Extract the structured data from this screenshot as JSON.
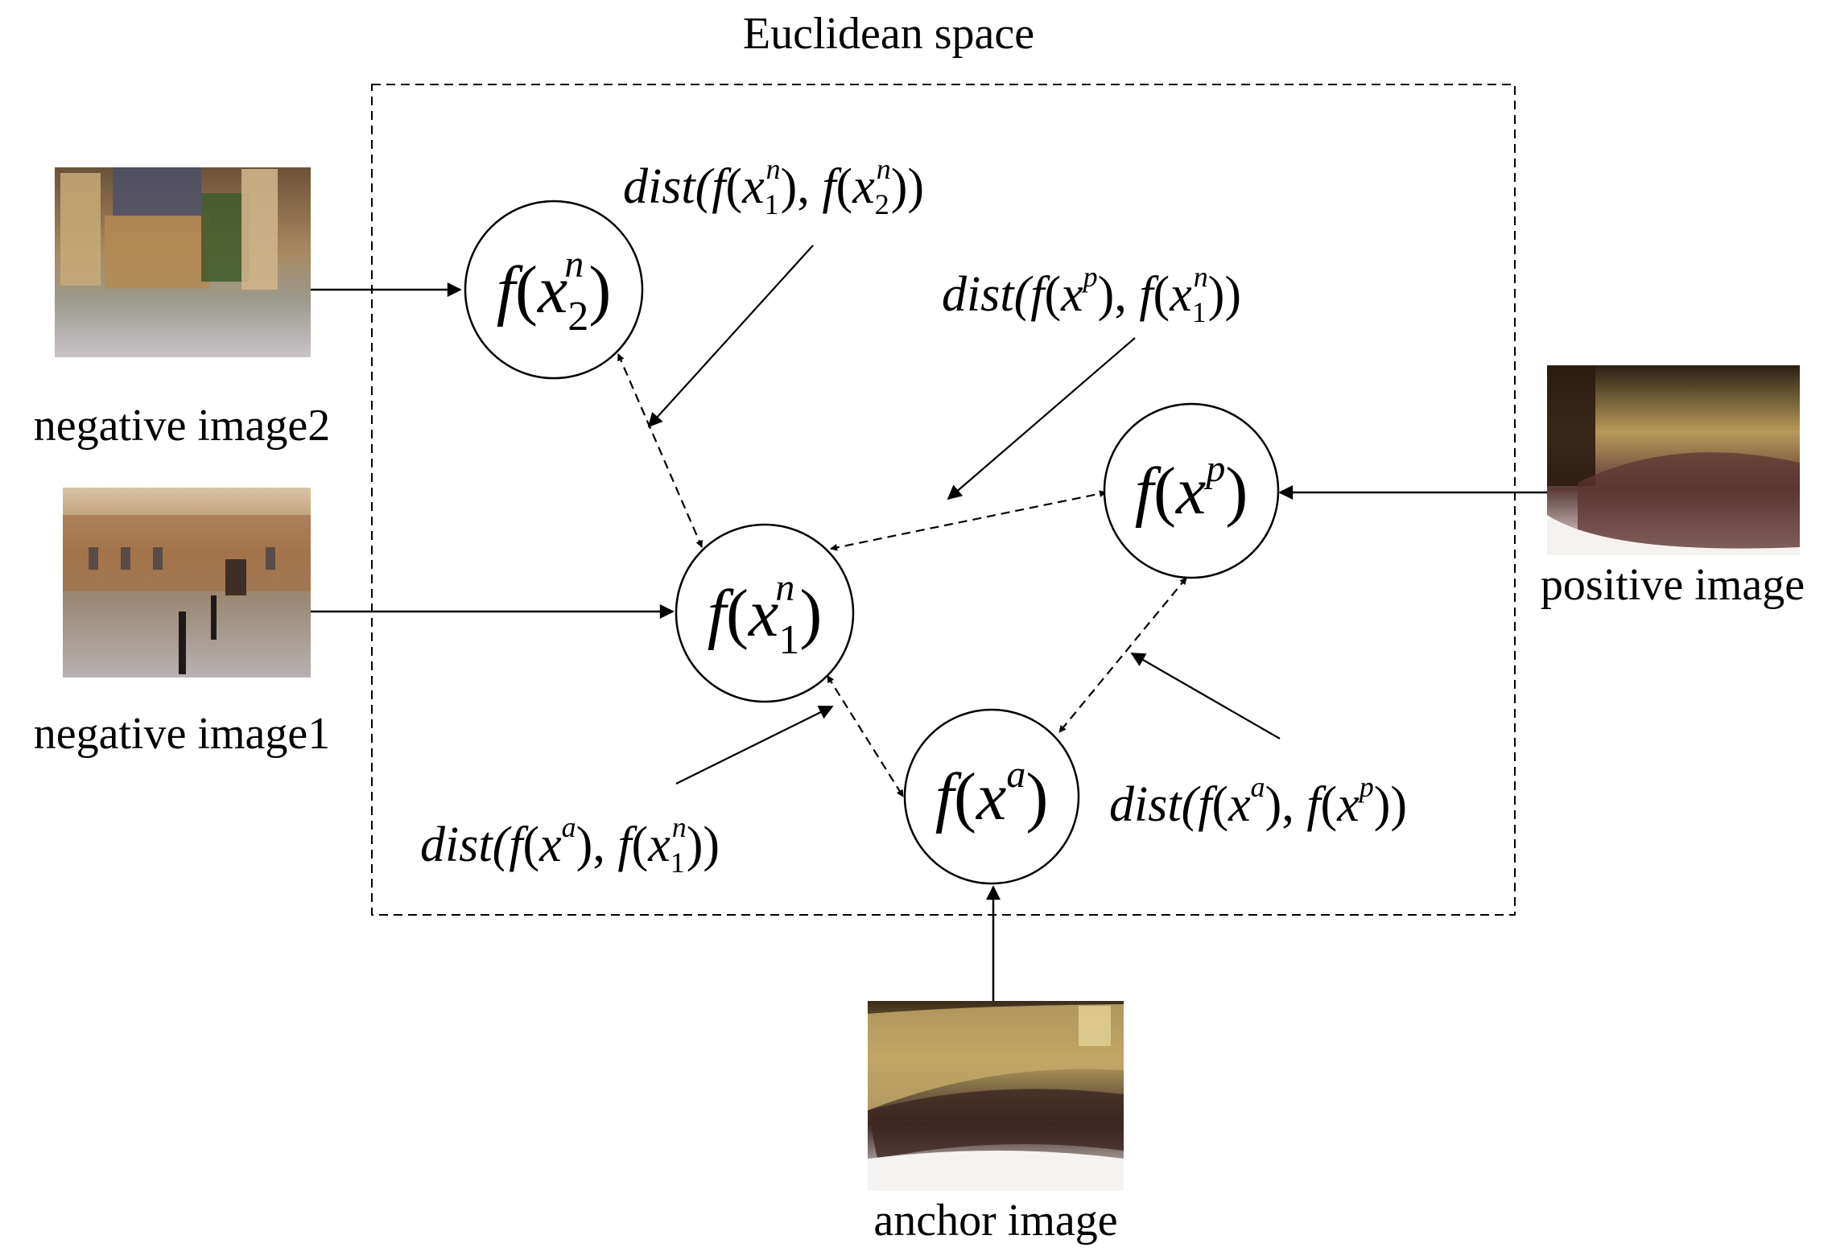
{
  "title": "Euclidean space",
  "images": {
    "negative2": {
      "label": "negative image2"
    },
    "negative1": {
      "label": "negative image1"
    },
    "positive": {
      "label": "positive image"
    },
    "anchor": {
      "label": "anchor image"
    }
  },
  "nodes": {
    "n2": {
      "fn": "f",
      "open": "(",
      "var": "x",
      "sub": "2",
      "sup": "n",
      "close": ")"
    },
    "n1": {
      "fn": "f",
      "open": "(",
      "var": "x",
      "sub": "1",
      "sup": "n",
      "close": ")"
    },
    "p": {
      "fn": "f",
      "open": "(",
      "var": "x",
      "sub": "",
      "sup": "p",
      "close": ")"
    },
    "a": {
      "fn": "f",
      "open": "(",
      "var": "x",
      "sub": "",
      "sup": "a",
      "close": ")"
    }
  },
  "distances": {
    "n1_n2": {
      "prefix": "dist(",
      "f": "f",
      "x": "x",
      "a_sup": "n",
      "a_sub": "1",
      "b_sup": "n",
      "b_sub": "2",
      "mid": ", ",
      "close": "))"
    },
    "p_n1": {
      "prefix": "dist(",
      "f": "f",
      "x": "x",
      "a_sup": "p",
      "a_sub": "",
      "b_sup": "n",
      "b_sub": "1",
      "mid": ", ",
      "close": "))"
    },
    "a_n1": {
      "prefix": "dist(",
      "f": "f",
      "x": "x",
      "a_sup": "a",
      "a_sub": "",
      "b_sup": "n",
      "b_sub": "1",
      "mid": ", ",
      "close": "))"
    },
    "a_p": {
      "prefix": "dist(",
      "f": "f",
      "x": "x",
      "a_sup": "a",
      "a_sub": "",
      "b_sup": "p",
      "b_sub": "",
      "mid": ", ",
      "close": "))"
    }
  },
  "colors": {
    "line": "#000000",
    "background": "#ffffff"
  }
}
